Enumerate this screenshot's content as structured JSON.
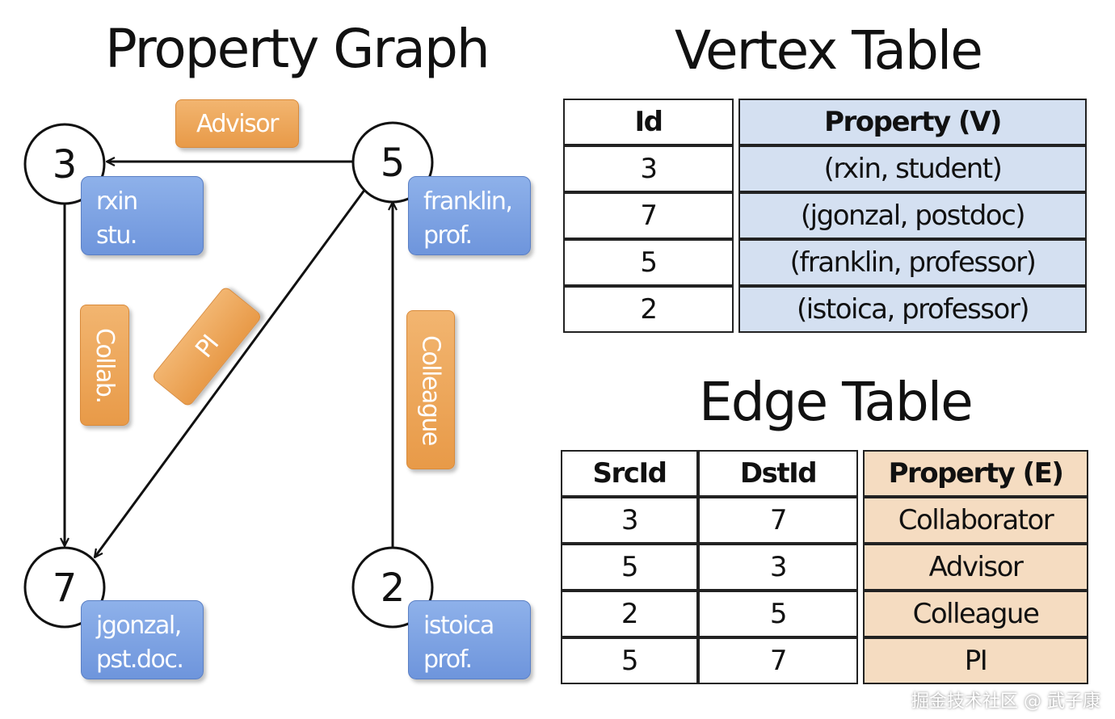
{
  "titles": {
    "graph": "Property Graph",
    "vertex": "Vertex Table",
    "edge": "Edge Table"
  },
  "graph": {
    "vertices": [
      {
        "id": "3",
        "label_lines": [
          "rxin",
          "stu."
        ]
      },
      {
        "id": "5",
        "label_lines": [
          "franklin,",
          "prof."
        ]
      },
      {
        "id": "7",
        "label_lines": [
          "jgonzal,",
          "pst.doc."
        ]
      },
      {
        "id": "2",
        "label_lines": [
          "istoica",
          "prof."
        ]
      }
    ],
    "edges": [
      {
        "src": "5",
        "dst": "3",
        "label": "Advisor"
      },
      {
        "src": "3",
        "dst": "7",
        "label": "Collab."
      },
      {
        "src": "5",
        "dst": "7",
        "label": "PI"
      },
      {
        "src": "2",
        "dst": "5",
        "label": "Colleague"
      }
    ],
    "colors": {
      "vertex_label": "#7aa0e2",
      "edge_label": "#eea75a"
    }
  },
  "vertex_table": {
    "headers": [
      "Id",
      "Property (V)"
    ],
    "rows": [
      [
        "3",
        "(rxin, student)"
      ],
      [
        "7",
        "(jgonzal, postdoc)"
      ],
      [
        "5",
        "(franklin, professor)"
      ],
      [
        "2",
        "(istoica, professor)"
      ]
    ]
  },
  "edge_table": {
    "headers": [
      "SrcId",
      "DstId",
      "Property (E)"
    ],
    "rows": [
      [
        "3",
        "7",
        "Collaborator"
      ],
      [
        "5",
        "3",
        "Advisor"
      ],
      [
        "2",
        "5",
        "Colleague"
      ],
      [
        "5",
        "7",
        "PI"
      ]
    ]
  },
  "watermark": "掘金技术社区 @ 武子康"
}
